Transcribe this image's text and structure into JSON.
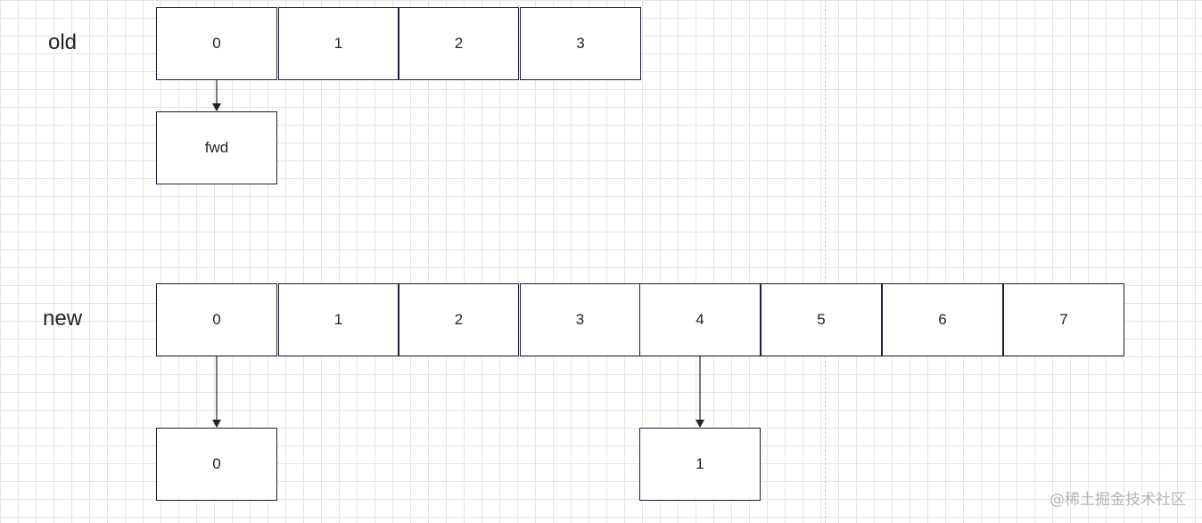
{
  "labels": {
    "old": "old",
    "new": "new"
  },
  "old_array": [
    "0",
    "1",
    "2",
    "3"
  ],
  "old_forward": "fwd",
  "new_array": [
    "0",
    "1",
    "2",
    "3",
    "4",
    "5",
    "6",
    "7"
  ],
  "new_children": [
    "0",
    "1"
  ],
  "watermark": "@稀土掘金技术社区"
}
